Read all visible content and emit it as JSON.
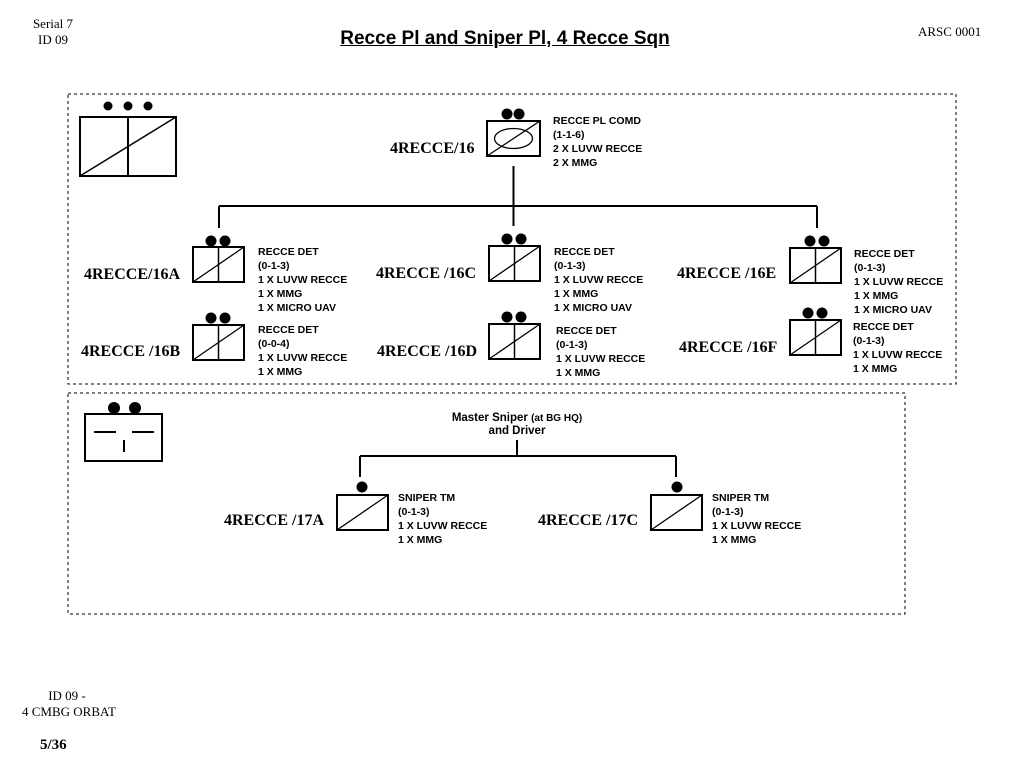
{
  "header": {
    "serial": "Serial 7",
    "id": "ID 09",
    "title": "Recce Pl and Sniper Pl, 4 Recce Sqn",
    "ref": "ARSC 0001"
  },
  "footer": {
    "line1": "ID 09 -",
    "line2": "4 CMBG ORBAT",
    "page": "5/36"
  },
  "recce_pl": {
    "hq": {
      "uid": "4RECCE/16",
      "lines": [
        "RECCE PL COMD",
        "(1-1-6)",
        "2 X LUVW RECCE",
        "2 X MMG"
      ]
    },
    "dets": [
      {
        "uid": "4RECCE/16A",
        "lines": [
          "RECCE DET",
          "(0-1-3)",
          "1 X LUVW RECCE",
          "1 X MMG",
          "1 X MICRO UAV"
        ]
      },
      {
        "uid": "4RECCE /16C",
        "lines": [
          "RECCE DET",
          "(0-1-3)",
          "1 X LUVW RECCE",
          "1 X MMG",
          "1 X MICRO UAV"
        ]
      },
      {
        "uid": "4RECCE /16E",
        "lines": [
          "RECCE DET",
          "(0-1-3)",
          "1 X LUVW RECCE",
          "1 X MMG",
          "1 X MICRO UAV"
        ]
      },
      {
        "uid": "4RECCE /16B",
        "lines": [
          "RECCE DET",
          "(0-0-4)",
          "1 X LUVW RECCE",
          "1 X MMG"
        ]
      },
      {
        "uid": "4RECCE /16D",
        "lines": [
          "RECCE DET",
          "(0-1-3)",
          "1 X LUVW RECCE",
          "1 X MMG"
        ]
      },
      {
        "uid": "4RECCE /16F",
        "lines": [
          "RECCE DET",
          "(0-1-3)",
          "1 X LUVW RECCE",
          "1 X MMG"
        ]
      }
    ]
  },
  "sniper_pl": {
    "hq": {
      "name": "Master Sniper",
      "location": "(at BG HQ)",
      "line2": "and Driver"
    },
    "teams": [
      {
        "uid": "4RECCE /17A",
        "lines": [
          "SNIPER TM",
          "(0-1-3)",
          "1 X LUVW RECCE",
          "1 X MMG"
        ]
      },
      {
        "uid": "4RECCE /17C",
        "lines": [
          "SNIPER TM",
          "(0-1-3)",
          "1 X LUVW RECCE",
          "1 X MMG"
        ]
      }
    ]
  }
}
